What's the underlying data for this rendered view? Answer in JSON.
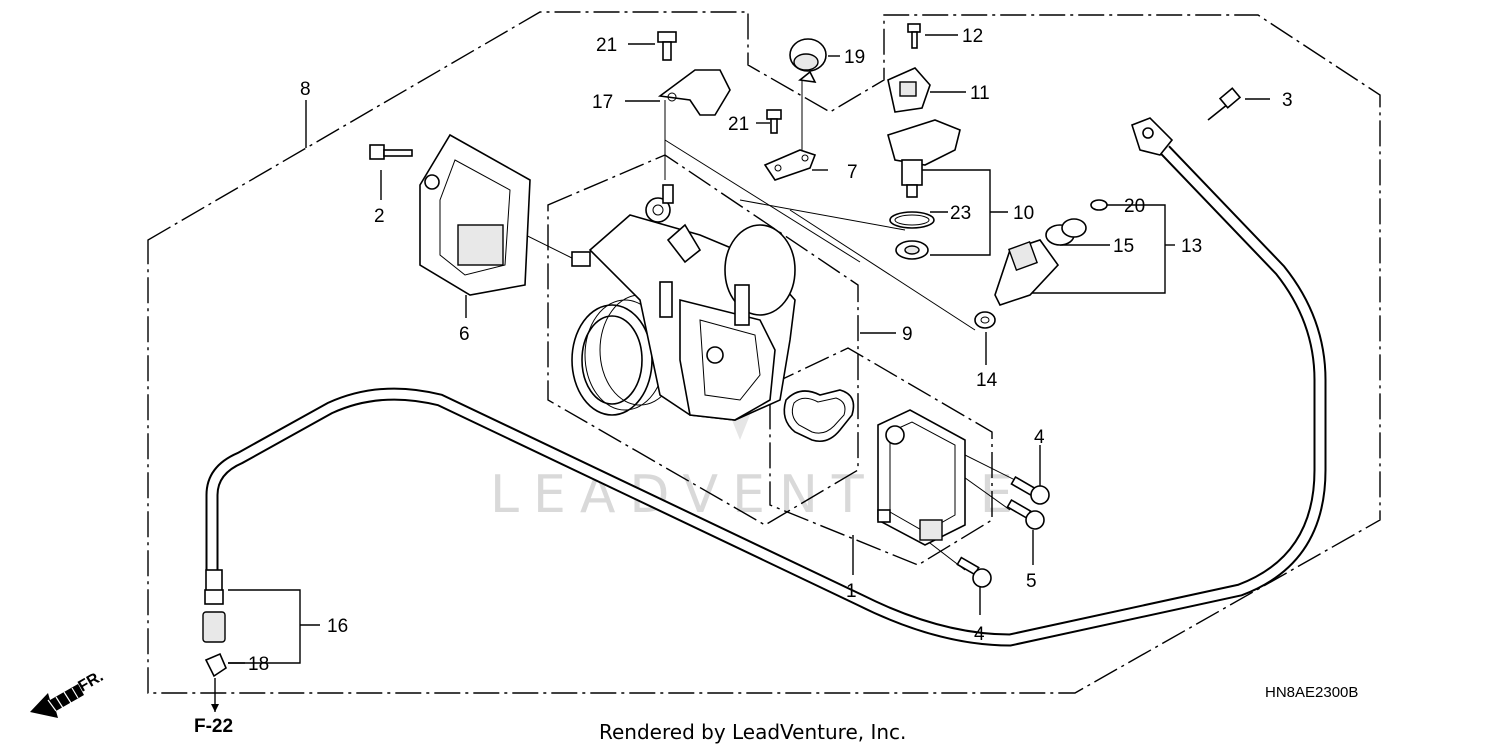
{
  "callouts": {
    "c1": "1",
    "c2": "2",
    "c3": "3",
    "c4a": "4",
    "c4b": "4",
    "c5": "5",
    "c6": "6",
    "c7": "7",
    "c8": "8",
    "c9": "9",
    "c10": "10",
    "c11": "11",
    "c12": "12",
    "c13": "13",
    "c14": "14",
    "c15": "15",
    "c16": "16",
    "c17": "17",
    "c18": "18",
    "c19": "19",
    "c20": "20",
    "c21a": "21",
    "c21b": "21",
    "c23": "23"
  },
  "diagram_code": "HN8AE2300B",
  "reference": "F-22",
  "front_marker": "FR.",
  "watermark": "LEADVENTURE",
  "footer": "Rendered by LeadVenture, Inc."
}
